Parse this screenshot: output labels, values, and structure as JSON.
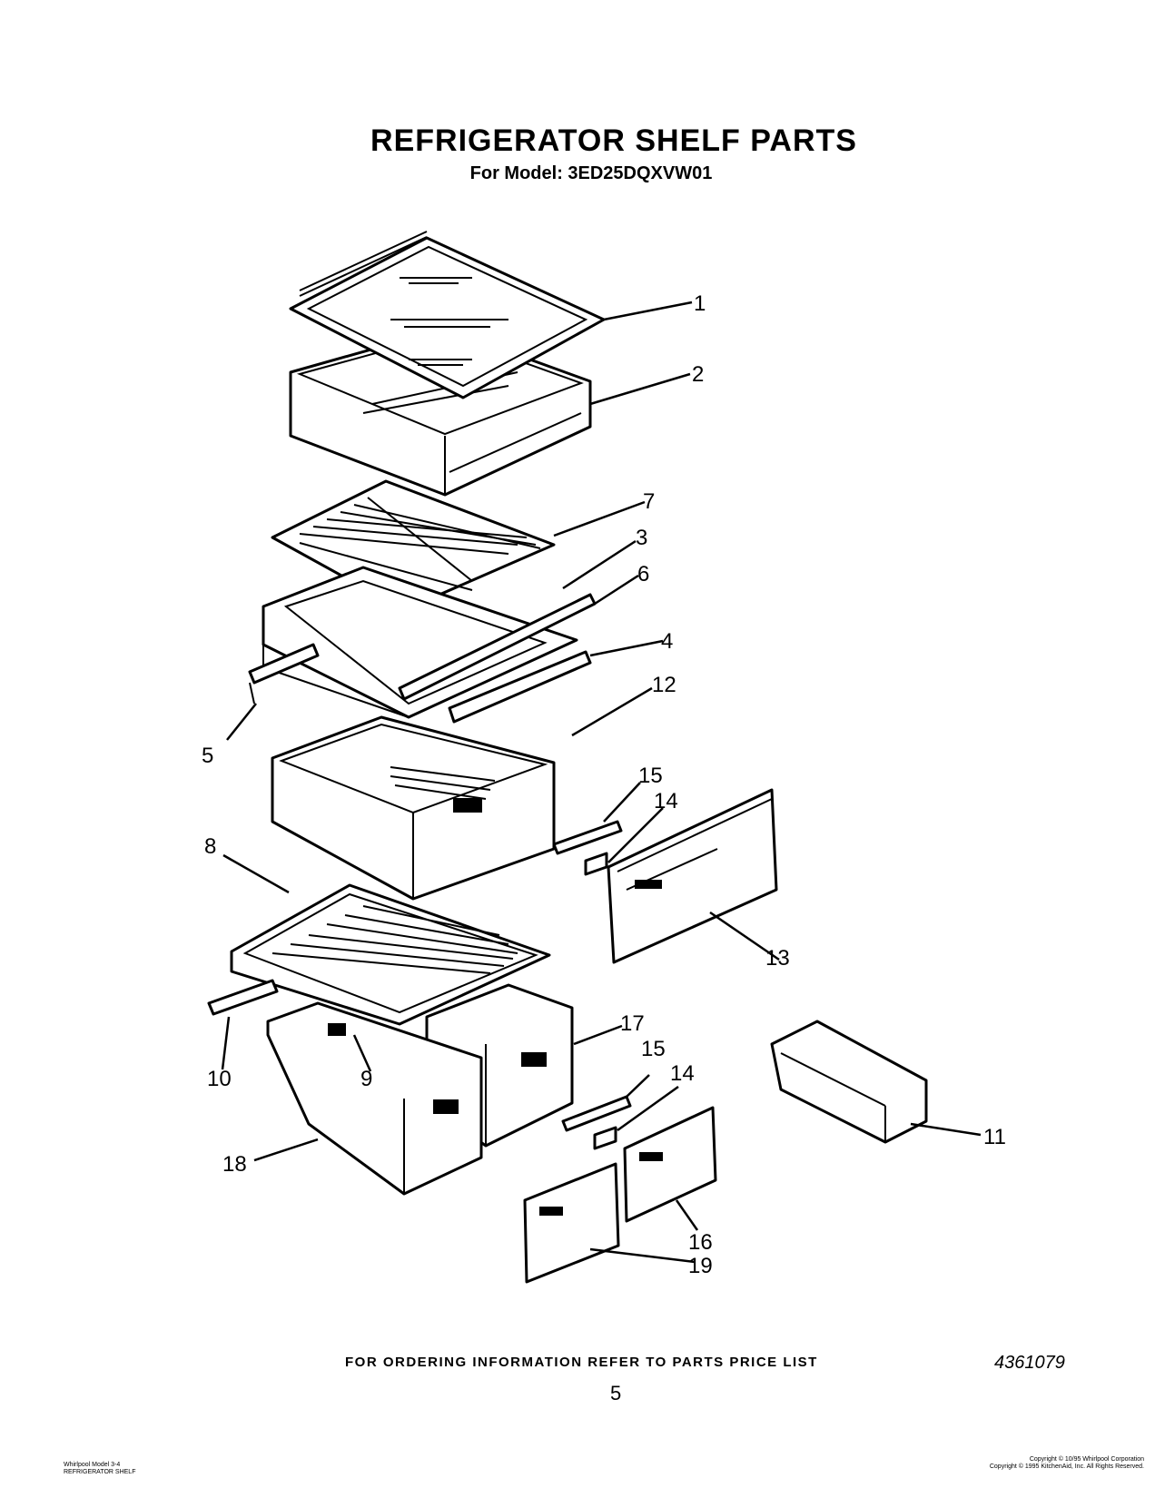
{
  "header": {
    "title": "REFRIGERATOR SHELF PARTS",
    "subtitle": "For Model: 3ED25DQXVW01"
  },
  "callouts": {
    "c1": "1",
    "c2": "2",
    "c3": "3",
    "c4": "4",
    "c5": "5",
    "c6": "6",
    "c7": "7",
    "c8": "8",
    "c9": "9",
    "c10": "10",
    "c11": "11",
    "c12": "12",
    "c13": "13",
    "c14a": "14",
    "c14b": "14",
    "c15a": "15",
    "c15b": "15",
    "c16": "16",
    "c17": "17",
    "c18": "18",
    "c19": "19"
  },
  "footer": {
    "ordering": "FOR ORDERING INFORMATION REFER TO PARTS PRICE LIST",
    "page_number": "5",
    "doc_number": "4361079",
    "left_line1": "Whirlpool Model 3-4",
    "left_line2": "REFRIGERATOR SHELF",
    "right_line1": "Copyright © 10/95 Whirlpool Corporation",
    "right_line2": "Copyright © 1995 KitchenAid, Inc. All Rights Reserved."
  }
}
